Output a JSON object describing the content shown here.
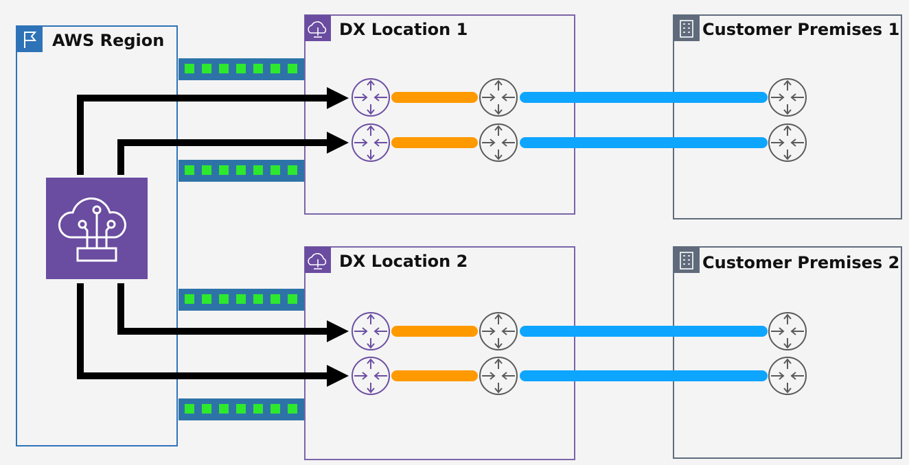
{
  "region": {
    "title": "AWS Region",
    "color": "#2e73b8",
    "icon": "flag-icon"
  },
  "dx_locations": [
    {
      "title": "DX Location 1",
      "icon": "dx-location-icon"
    },
    {
      "title": "DX Location 2",
      "icon": "dx-location-icon"
    }
  ],
  "customer_premises": [
    {
      "title": "Customer Premises 1",
      "icon": "building-icon"
    },
    {
      "title": "Customer Premises 2",
      "icon": "building-icon"
    }
  ],
  "gateway": {
    "icon": "direct-connect-gateway-icon",
    "color": "#6a4ca0"
  },
  "colors": {
    "dx_border": "#7a64a8",
    "customer_border": "#5f6b7b",
    "cross_connect": "#ff9900",
    "customer_link": "#0ea5ff",
    "arrow": "#000000",
    "port_bar": "#2e73a8",
    "port_light": "#2ee82e",
    "aws_router": "#6b4ea2",
    "neutral_router": "#5a5a5a"
  }
}
